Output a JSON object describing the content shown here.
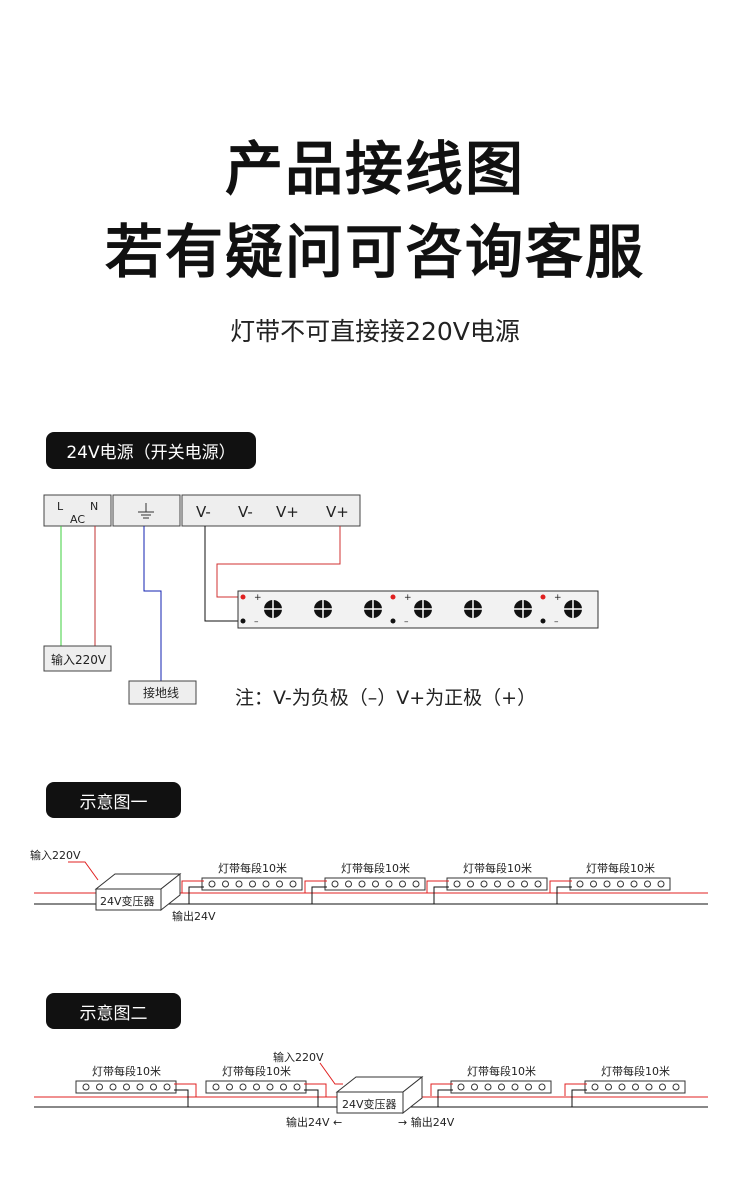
{
  "header": {
    "title1": "产品接线图",
    "title2": "若有疑问可咨询客服",
    "subtitle": "灯带不可直接接220V电源"
  },
  "section1": {
    "badge": "24V电源（开关电源）",
    "ac_l": "L",
    "ac_n": "N",
    "ac_label": "AC",
    "terminals": [
      "V-",
      "V-",
      "V+",
      "V+"
    ],
    "input_label": "输入220V",
    "ground_label": "接地线",
    "plus": "+",
    "minus": "–",
    "note": "注：V-为负极（–）V+为正极（+）"
  },
  "section2": {
    "badge": "示意图一",
    "input": "输入220V",
    "transformer": "24V变压器",
    "output": "输出24V",
    "strip_labels": [
      "灯带每段10米",
      "灯带每段10米",
      "灯带每段10米",
      "灯带每段10米"
    ]
  },
  "section3": {
    "badge": "示意图二",
    "input": "输入220V",
    "transformer": "24V变压器",
    "output_left": "输出24V ←",
    "output_right": "→ 输出24V",
    "strip_labels": [
      "灯带每段10米",
      "灯带每段10米",
      "灯带每段10米",
      "灯带每段10米"
    ]
  },
  "colors": {
    "red": "#e02020",
    "green": "#3ccf3c",
    "blue": "#1020b0"
  }
}
